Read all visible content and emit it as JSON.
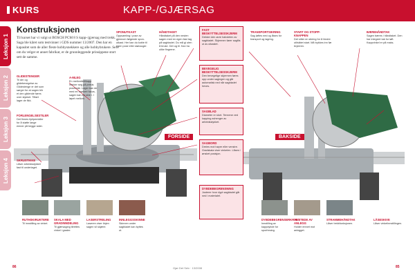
{
  "header": {
    "section": "KURS",
    "title": "KAPP-/GJÆRSAG"
  },
  "tabs": [
    "Leksjon 1",
    "Leksjon 2",
    "Leksjon 3",
    "Leksjon 4"
  ],
  "intro": {
    "heading": "Konstruksjonen",
    "body": "Til kurset har vi valgt ut BOSCH PCM 8 S kapp-/gjærsag med trekk. Saga ble kåret som testvinner i GDS nummer 13/2007. Den har en kapasitet som de aller fleste hobbysnekkere og alle hobbybrukere. Selv om du velger et annet fabrikat, er de grunnleggende prinsippene stort sett de samme."
  },
  "labels": {
    "forside": "FORSIDE",
    "bakside": "BAKSIDE"
  },
  "callouts": [
    {
      "id": "glidestenger",
      "title": "GLIDESTENGER",
      "text": "Til der og glidebevegelse av Glidestenge er det som sørger for at sagen blir et den glidende føres over stykket. Tilført lager de fikk."
    },
    {
      "id": "a-mleg",
      "title": "A-MLEG",
      "text": "En mellomfelt/kapp merker seg på presis prøvende. Lager kan de med en markert fokus, sagen kan en sine i. I løpet mellom."
    },
    {
      "id": "sponutkast",
      "title": "SPONUTKAST",
      "text": "Oppsamling i pose av gjennom følgende spon-utkast. Her kan du koble til egen pose eller støvsuger."
    },
    {
      "id": "handtaket",
      "title": "HÅNDTAKET",
      "text": "Håndtaket på den nesten sagen med en egen fast tag på sagbladet. Du må gi uten å bruke. Det og til. Kan ha ulike fingrene."
    },
    {
      "id": "fast-beskyttelsesskjerm",
      "title": "FAST BESKYTTELSESSKJERM",
      "text": "Dekker den øvre halvdelen av sagbladet. Skjermen fører sagflis ut av utkastet."
    },
    {
      "id": "bevegelig-beskyttelsesskjerm",
      "title": "BEVEGELIG BESKYTTELSESSKJERM",
      "text": "Den bevegelige skjermen føres opp under sagingen og går automatisk ned når sagbladet heves."
    },
    {
      "id": "sagblad",
      "title": "SAGBLAD",
      "text": "Diameter er stort. Tennene ved kapping avhenger av arbeidsstykket."
    },
    {
      "id": "sagbord",
      "title": "SAGBORD",
      "text": "Dreies mot høyre eller venstre. Gradskala viser vinkelen. Låses i ønsket posisjon."
    },
    {
      "id": "transportsikring",
      "title": "TRANSPORTSIKRING",
      "text": "Sag løftes ned og låses for transport og lagring."
    },
    {
      "id": "start-stopp",
      "title": "START OG STOPP-KNAPPEN",
      "text": "Det sitter en sikring for å hindre utilsiktet start. Må trykkes inn før bryteren."
    },
    {
      "id": "baereh",
      "title": "BÆREHÅNDTAK",
      "text": "Sagen bæres i håndtaket. Den har integrert tak for løft. Kappvinkel er på maks."
    },
    {
      "id": "dybdebegrensning",
      "title": "DYBDEBEGRENSNING",
      "text": "Justerer hvor dypt sagbladet går ned i materialet."
    },
    {
      "id": "forlengelsestiler",
      "title": "FORLENGELSESTILER",
      "text": "Det finnes hjelpemidler for å støtte lange emner på begge sider."
    },
    {
      "id": "skrustikke",
      "title": "SKRUSTIKKE",
      "text": "Låser arbeidsstykket fast til underlaget."
    }
  ],
  "bottom_boxes": [
    {
      "title": "RUTHSKIRUKTERE",
      "text": "Til innstilling av vinkel."
    },
    {
      "title": "SKALA MED GRADINNDELING",
      "text": "Til gjærsaging tilrettes vinkel i grader."
    },
    {
      "title": "LASERSTRELING",
      "text": "Laseren viser linjen sagen vil skjære."
    },
    {
      "title": "INNLEGGSSKINNE",
      "text": "Skinnen under sagbladet kan byttes ut."
    },
    {
      "title": "DYBDEBEGRENSERKRAFT",
      "text": "Innstilling av kappdybde for sporfresing."
    },
    {
      "title": "TILSTEDE AV ANLEGG",
      "text": "Holder emnet mot anlegget."
    },
    {
      "title": "STRAMMEHÅNDTAK",
      "text": "Låser trekkfunksjonen."
    },
    {
      "title": "LÅSESKIVE",
      "text": "Låser vinkelinnstillingen."
    }
  ],
  "footer": {
    "left_page": "86",
    "right_page": "85",
    "center": "Gjør Det Selv · 13/2008"
  },
  "colors": {
    "brand": "#c8102e",
    "box_bg": "#fbe3e6",
    "saw_green": "#2f6b45"
  }
}
